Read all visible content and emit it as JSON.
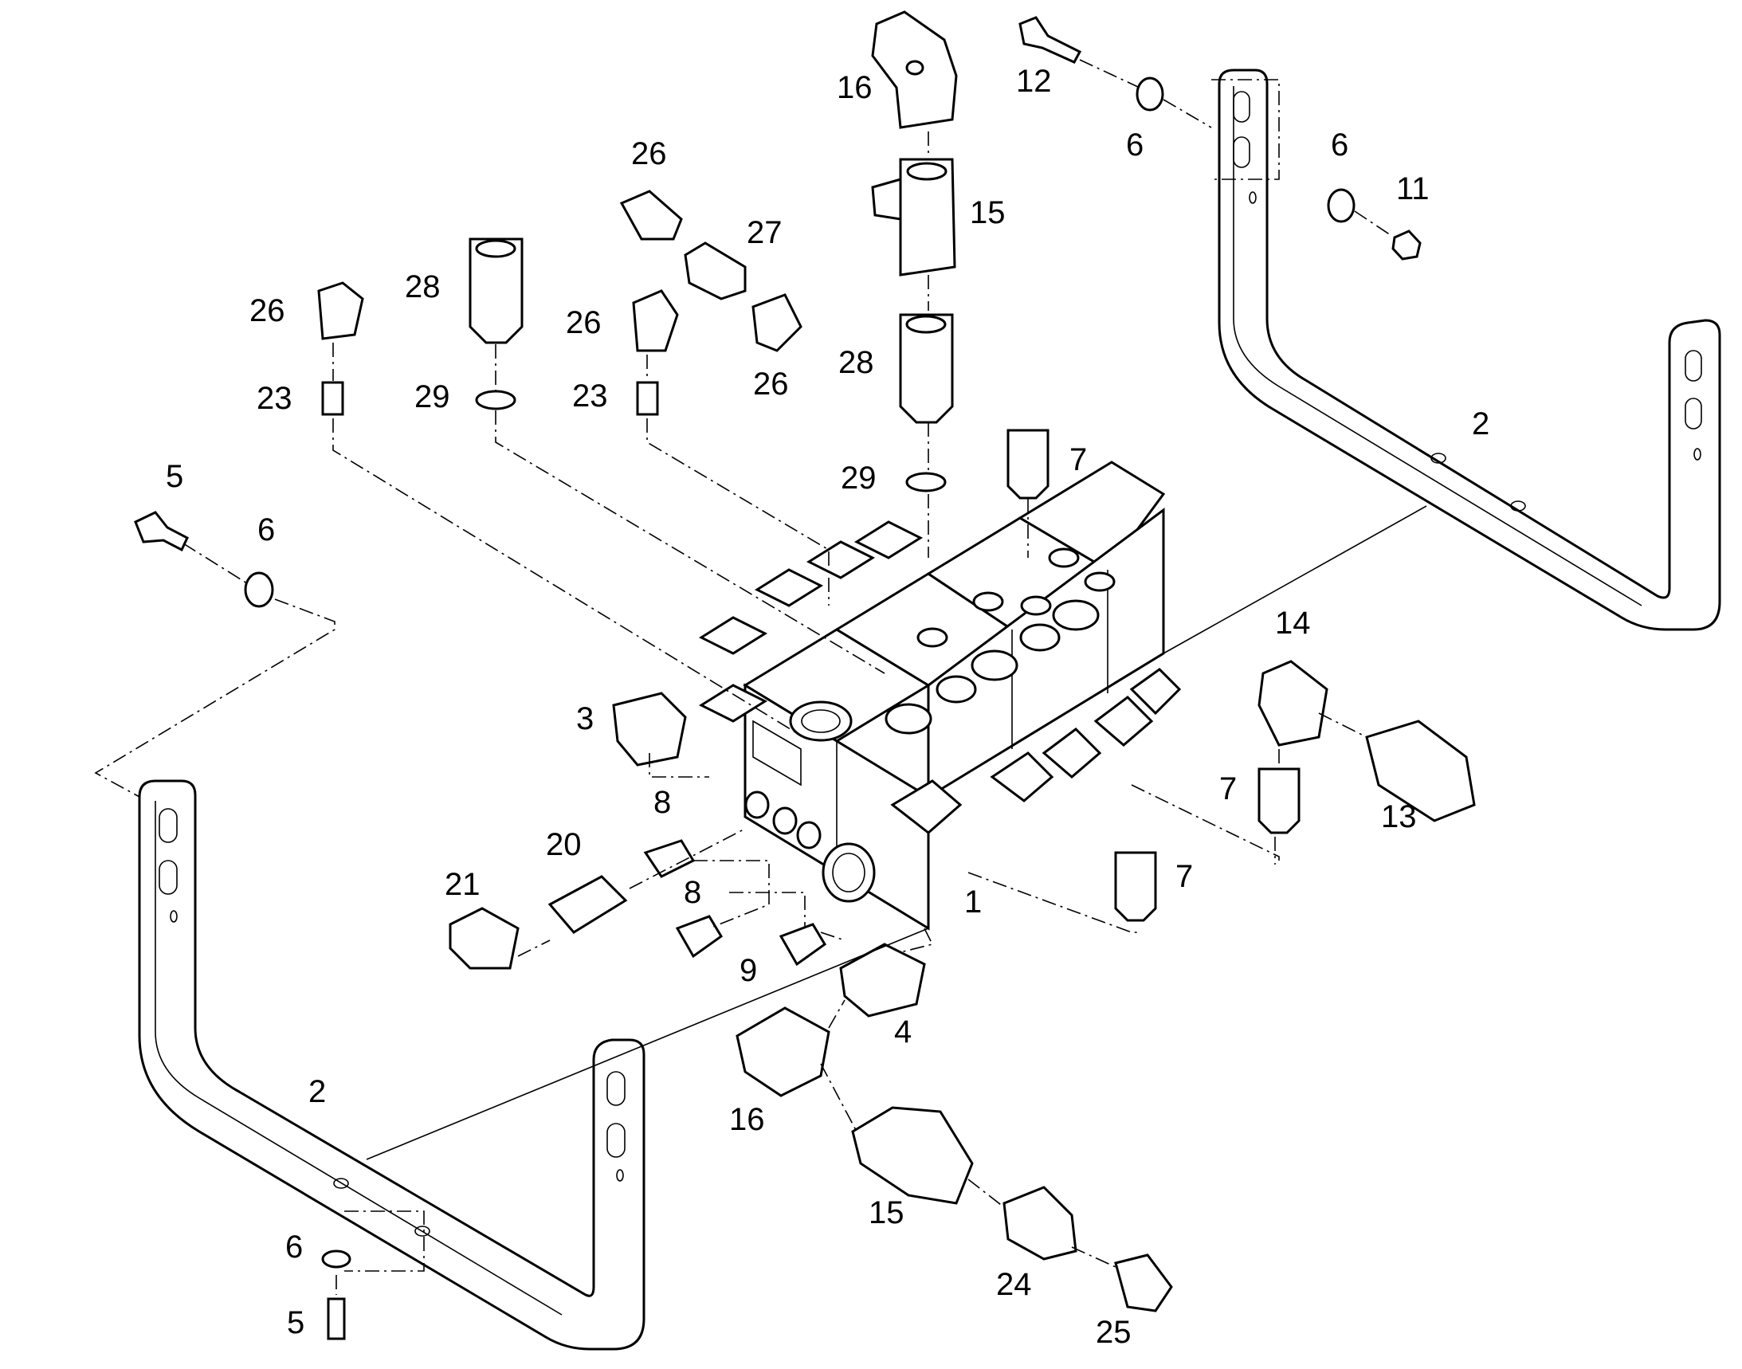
{
  "callouts": {
    "c1": "1",
    "c2_upper": "2",
    "c2_lower": "2",
    "c3": "3",
    "c4": "4",
    "c5_top": "5",
    "c5_bottom": "5",
    "c6_topleft": "6",
    "c6_top_a": "6",
    "c6_top_b": "6",
    "c6_bottom": "6",
    "c7_top": "7",
    "c7_right": "7",
    "c7_bottom": "7",
    "c8_a": "8",
    "c8_b": "8",
    "c9": "9",
    "c11": "11",
    "c12": "12",
    "c13": "13",
    "c14": "14",
    "c15_top": "15",
    "c15_bottom": "15",
    "c16_top": "16",
    "c16_bottom": "16",
    "c20": "20",
    "c21": "21",
    "c23_a": "23",
    "c23_b": "23",
    "c24": "24",
    "c25": "25",
    "c26_a": "26",
    "c26_b": "26",
    "c26_c": "26",
    "c26_d": "26",
    "c27": "27",
    "c28_a": "28",
    "c28_b": "28",
    "c29_a": "29",
    "c29_b": "29"
  }
}
